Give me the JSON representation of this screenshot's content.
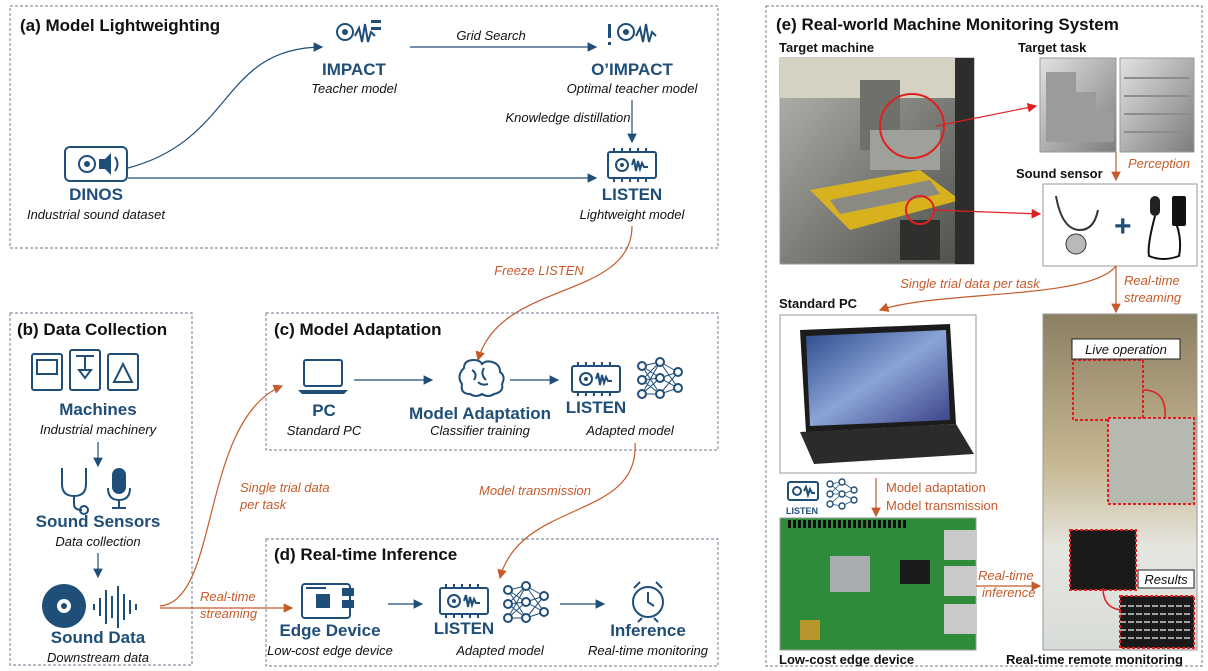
{
  "panel_a": {
    "title": "(a) Model Lightweighting",
    "impact_label": "IMPACT",
    "impact_sub": "Teacher model",
    "grid_search": "Grid Search",
    "oimpact_label": "O’IMPACT",
    "oimpact_sub": "Optimal teacher model",
    "knowledge_distillation": "Knowledge distillation",
    "dinos_label": "DINOS",
    "dinos_sub": "Industrial sound dataset",
    "listen_label": "LISTEN",
    "listen_sub": "Lightweight model"
  },
  "freeze_listen": "Freeze LISTEN",
  "panel_b": {
    "title": "(b) Data Collection",
    "machines_label": "Machines",
    "machines_sub": "Industrial machinery",
    "sensors_label": "Sound Sensors",
    "sensors_sub": "Data collection",
    "sound_label": "Sound Data",
    "sound_sub": "Downstream data"
  },
  "single_trial_1": "Single trial data",
  "single_trial_2": "per task",
  "realtime_1": "Real-time",
  "realtime_2": "streaming",
  "model_transmission": "Model transmission",
  "panel_c": {
    "title": "(c) Model Adaptation",
    "pc_label": "PC",
    "pc_sub": "Standard PC",
    "adapt_label": "Model Adaptation",
    "adapt_sub": "Classifier training",
    "listen_label": "LISTEN",
    "adapted_sub": "Adapted model"
  },
  "panel_d": {
    "title": "(d) Real-time Inference",
    "edge_label": "Edge Device",
    "edge_sub": "Low-cost edge device",
    "listen_label": "LISTEN",
    "adapted_sub": "Adapted model",
    "inference_label": "Inference",
    "inference_sub": "Real-time monitoring"
  },
  "panel_e": {
    "title": "(e) Real-world Machine Monitoring System",
    "target_machine": "Target machine",
    "target_task": "Target task",
    "perception": "Perception",
    "sound_sensor": "Sound sensor",
    "single_trial": "Single trial data per task",
    "realtime_1": "Real-time",
    "realtime_2": "streaming",
    "standard_pc": "Standard PC",
    "listen_small": "LISTEN",
    "model_adaptation": "Model adaptation",
    "model_transmission": "Model transmission",
    "live_operation": "Live operation",
    "results": "Results",
    "inference_1": "Real-time",
    "inference_2": "inference",
    "low_cost_edge": "Low-cost edge device",
    "remote_monitoring": "Real-time remote monitoring"
  },
  "colors": {
    "blue": "#1f4e79",
    "orange": "#c65a2a",
    "red": "#e02020"
  }
}
